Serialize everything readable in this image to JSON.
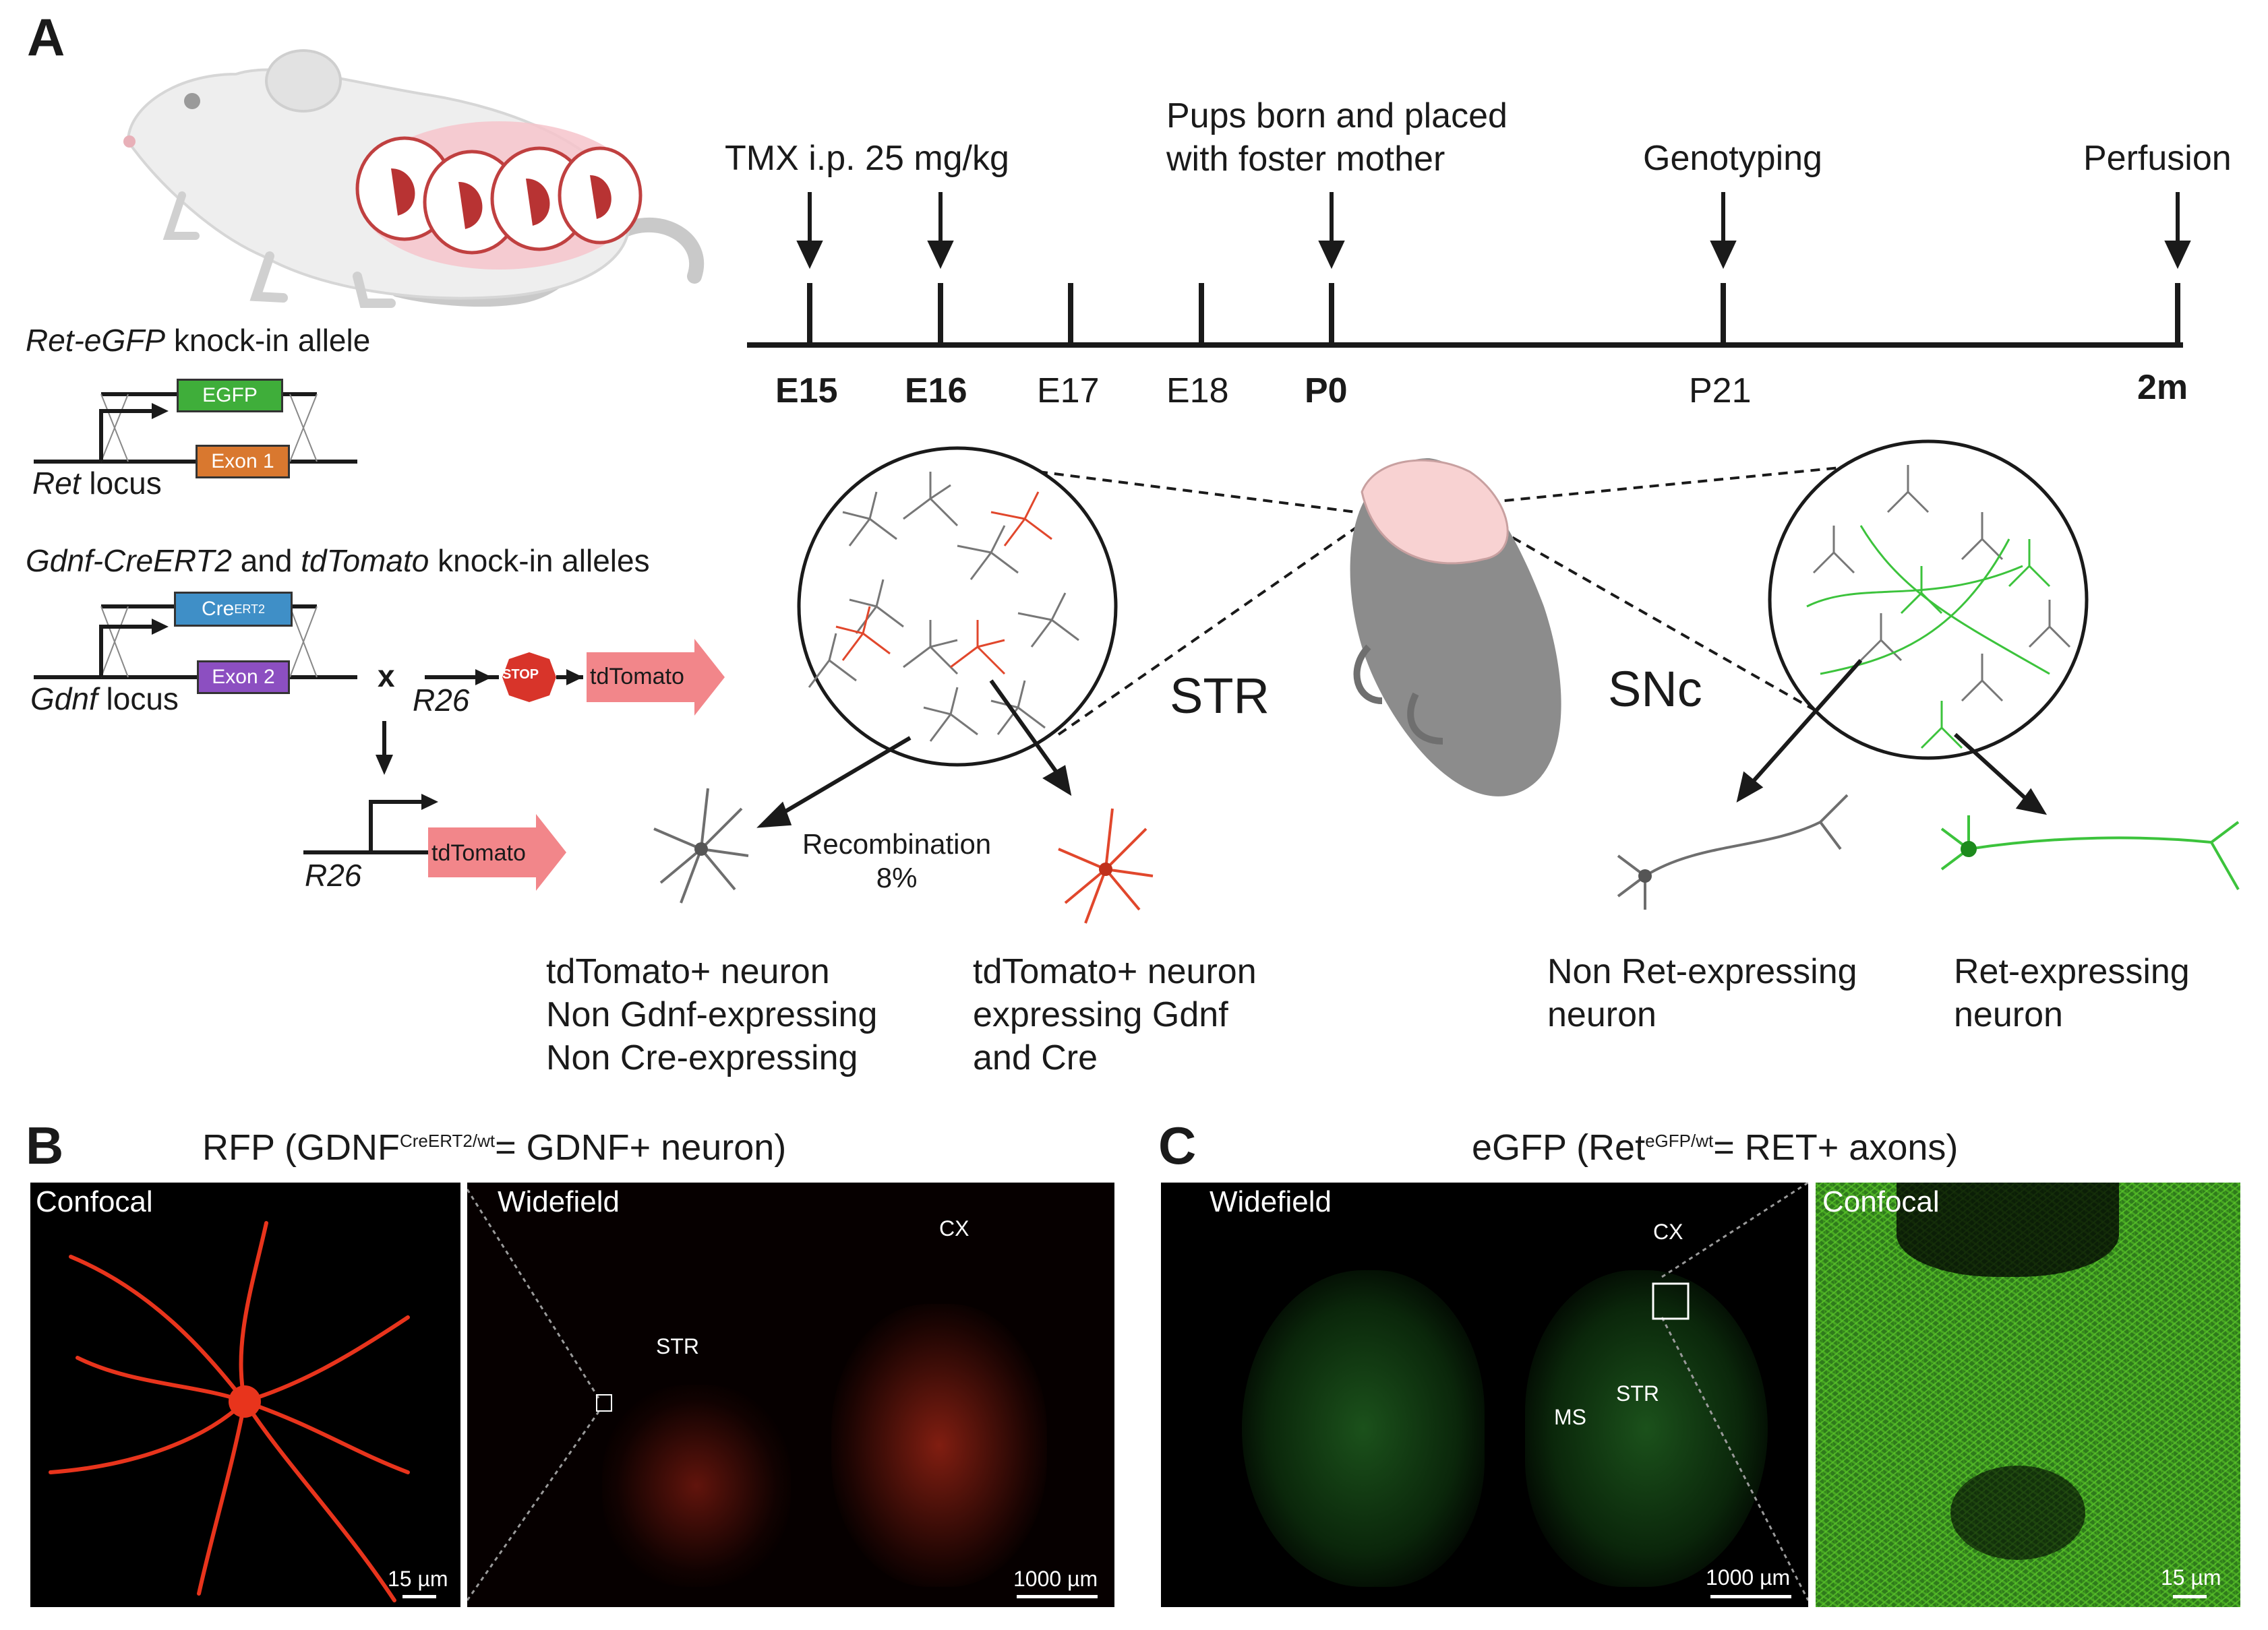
{
  "panel_a": {
    "letter": "A",
    "timeline": {
      "event_labels": {
        "tmx": "TMX i.p. 25 mg/kg",
        "pups": "Pups born and placed\nwith foster mother",
        "genotyping": "Genotyping",
        "perfusion": "Perfusion"
      },
      "ticks": [
        {
          "label": "E15",
          "bold": true
        },
        {
          "label": "E16",
          "bold": true
        },
        {
          "label": "E17",
          "bold": false
        },
        {
          "label": "E18",
          "bold": false
        },
        {
          "label": "P0",
          "bold": true
        },
        {
          "label": "P21",
          "bold": false
        },
        {
          "label": "2m",
          "bold": true
        }
      ]
    },
    "ret_allele": {
      "title_italic": "Ret-eGFP",
      "title_rest": " knock-in allele",
      "egfp": "EGFP",
      "exon": "Exon 1",
      "locus_italic": "Ret",
      "locus_rest": " locus"
    },
    "gdnf_allele": {
      "title_italic1": "Gdnf-CreERT2",
      "title_mid": " and ",
      "title_italic2": "tdTomato",
      "title_rest": " knock-in alleles",
      "cre": "Cre",
      "cre_sup": "ERT2",
      "exon": "Exon 2",
      "locus_italic": "Gdnf",
      "locus_rest": " locus",
      "cross": "x",
      "r26": "R26",
      "stop": "STOP",
      "tdtomato": "tdTomato",
      "r26_after": "R26",
      "tdtomato_after": "tdTomato"
    },
    "str_label": "STR",
    "snc_label": "SNc",
    "recombination": "Recombination\n8%",
    "desc_non_gdnf": "tdTomato+ neuron\nNon Gdnf-expressing\nNon Cre-expressing",
    "desc_gdnf": "tdTomato+ neuron\nexpressing Gdnf\nand Cre",
    "desc_non_ret": "Non Ret-expressing\nneuron",
    "desc_ret": "Ret-expressing\nneuron"
  },
  "panel_b": {
    "letter": "B",
    "title_pre": "RFP (GDNF",
    "title_sup": "CreERT2/wt",
    "title_post": "= GDNF+ neuron)",
    "confocal": "Confocal",
    "widefield": "Widefield",
    "str": "STR",
    "cx": "CX",
    "scale_left": "15 µm",
    "scale_right": "1000 µm"
  },
  "panel_c": {
    "letter": "C",
    "title_pre": "eGFP (Ret",
    "title_sup": "eGFP/wt",
    "title_post": "= RET+ axons)",
    "widefield": "Widefield",
    "confocal": "Confocal",
    "cx": "CX",
    "str": "STR",
    "ms": "MS",
    "scale_left": "1000 µm",
    "scale_right": "15 µm"
  },
  "colors": {
    "egfp_box": "#3fae3a",
    "exon1_box": "#d9782f",
    "cre_box": "#3f8fc7",
    "exon2_box": "#8c4fc1",
    "stop": "#d8342a",
    "tdtomato_arrow": "#f2868a",
    "neuron_red": "#e1472c",
    "neuron_green": "#3cc33c",
    "neuron_gray": "#6e6e6e"
  }
}
